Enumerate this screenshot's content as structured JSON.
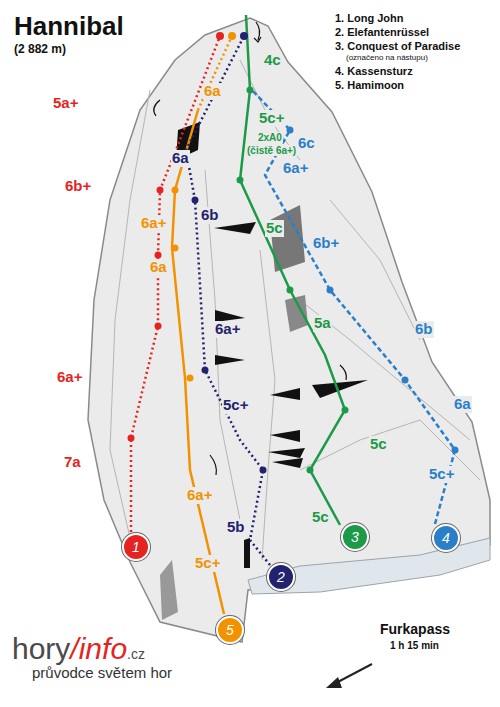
{
  "diagram": {
    "title": "Hannibal",
    "nodes": [
      {
        "text": [
          "1"
        ]
      },
      {
        "text": [
          "2"
        ]
      },
      {
        "text": [
          "3"
        ]
      },
      {
        "text": [
          "4"
        ]
      },
      {
        "text": [
          "5"
        ]
      }
    ],
    "labels": [
      "(2 882 m)",
      "1. Long John",
      "2. Elefantenrüssel",
      "3. Conquest of Paradise",
      "(označeno na nástupu)",
      "4. Kassensturz",
      "5. Hamimoon",
      "5a+",
      "6b+",
      "6a+",
      "7a",
      "6a",
      "6a+",
      "6a",
      "6a+",
      "5c+",
      "6a",
      "6b",
      "6a+",
      "5c+",
      "5b",
      "4c",
      "5c+",
      "2xA0",
      "(čistě 6a+)",
      "5c",
      "5a",
      "5c",
      "5c",
      "6c",
      "6a+",
      "6b+",
      "6b",
      "6a",
      "5c+",
      "Furkapass",
      "1 h 15 min",
      "hory",
      "/info",
      ".cz",
      "průvodce světem hor"
    ]
  }
}
